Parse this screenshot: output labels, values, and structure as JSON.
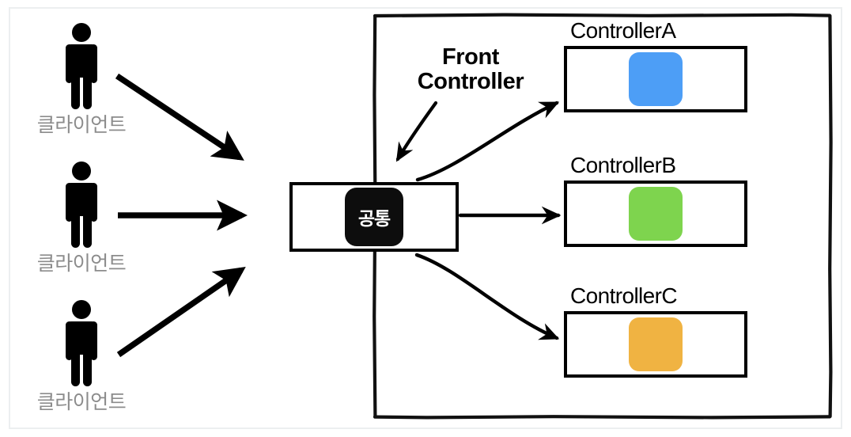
{
  "diagram": {
    "title": "Front Controller pattern diagram",
    "background": "#ffffff",
    "frame_color": "#eceff0"
  },
  "clients": [
    {
      "label": "클라이언트",
      "icon": "person-icon",
      "color": "#8c8c8c"
    },
    {
      "label": "클라이언트",
      "icon": "person-icon",
      "color": "#8c8c8c"
    },
    {
      "label": "클라이언트",
      "icon": "person-icon",
      "color": "#8c8c8c"
    }
  ],
  "front_controller": {
    "label_line1": "Front",
    "label_line2": "Controller",
    "common_box": {
      "chip_label": "공통",
      "chip_bg": "#0d0d0d",
      "chip_text_color": "#ffffff"
    }
  },
  "controllers": [
    {
      "title": "ControllerA",
      "chip_color": "#4d9ef6"
    },
    {
      "title": "ControllerB",
      "chip_color": "#7ed44e"
    },
    {
      "title": "ControllerC",
      "chip_color": "#f0b342"
    }
  ],
  "arrows": {
    "client_to_common": [
      "client1-to-common-arrow",
      "client2-to-common-arrow",
      "client3-to-common-arrow"
    ],
    "common_to_controller": [
      "common-to-controllerA-arrow",
      "common-to-controllerB-arrow",
      "common-to-controllerC-arrow"
    ],
    "label_pointer": "front-controller-pointer-arrow"
  }
}
